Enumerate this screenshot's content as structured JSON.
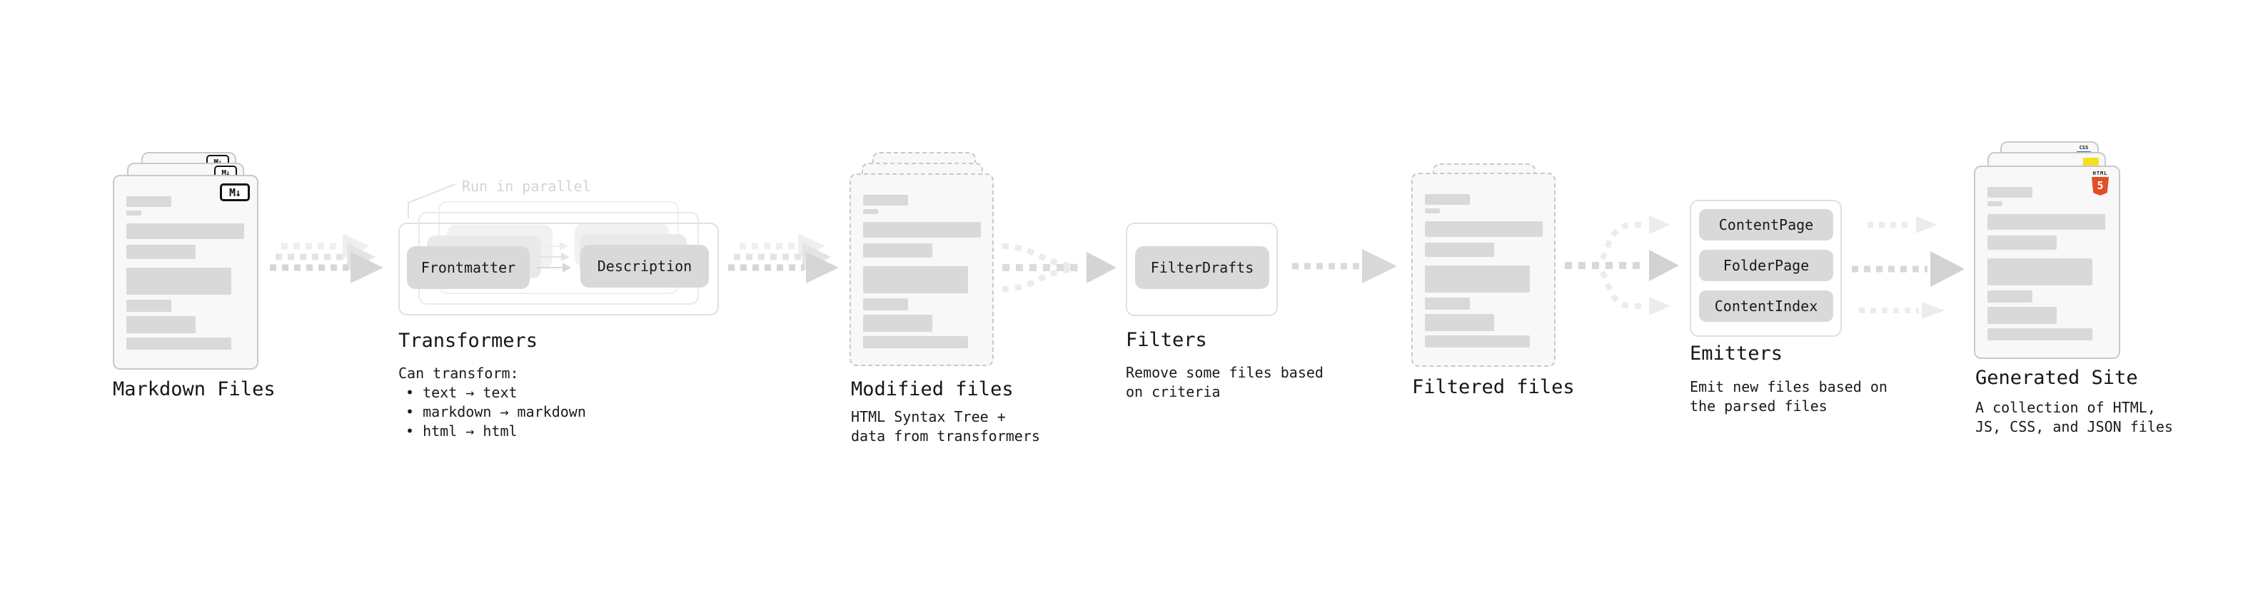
{
  "colors": {
    "html5_orange": "#e44d26",
    "js_yellow": "#f7df1e",
    "css_blue": "#2965f1"
  },
  "markdown": {
    "label": "Markdown Files",
    "badge": "M↓"
  },
  "transformers": {
    "heading": "Transformers",
    "note": "Run in parallel",
    "pill_a": "Frontmatter",
    "pill_b": "Description",
    "body_title": "Can transform:",
    "bullet": "•",
    "bullets": [
      "text → text",
      "markdown → markdown",
      "html → html"
    ]
  },
  "modified": {
    "label": "Modified files",
    "sub1": "HTML Syntax Tree +",
    "sub2": "data from transformers"
  },
  "filters": {
    "heading": "Filters",
    "pill": "FilterDrafts",
    "sub1": "Remove some files based",
    "sub2": "on criteria"
  },
  "filtered": {
    "label": "Filtered files"
  },
  "emitters": {
    "heading": "Emitters",
    "pills": [
      "ContentPage",
      "FolderPage",
      "ContentIndex"
    ],
    "sub1": "Emit new files based on",
    "sub2": "the parsed files"
  },
  "generated": {
    "label": "Generated Site",
    "sub1": "A collection of HTML,",
    "sub2": "JS, CSS, and JSON files",
    "badge_html_top": "HTML",
    "badge_html_glyph": "5",
    "badge_css": "CSS"
  }
}
